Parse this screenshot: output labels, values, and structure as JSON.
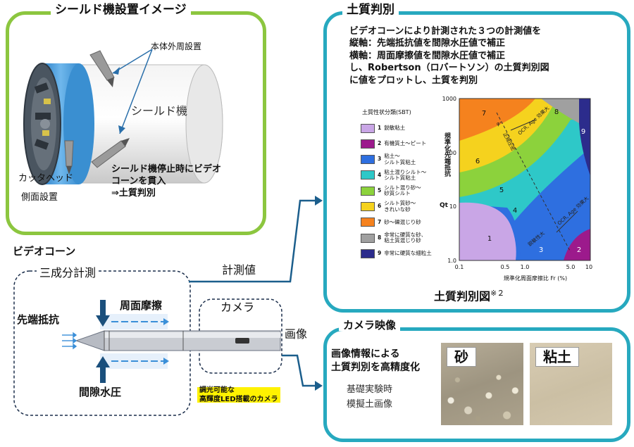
{
  "shield": {
    "title": "シールド機設置イメージ",
    "label_body": "本体外周設置",
    "label_machine": "シールド機",
    "label_cutter_1": "カッタヘッド",
    "label_cutter_2": "側面設置",
    "note_1": "シールド機停止時にビデオ",
    "note_2": "コーンを貫入",
    "note_3": "⇒土質判別"
  },
  "cone": {
    "title": "ビデオコーン",
    "three_comp": "三成分計測",
    "tip_resistance": "先端抵抗",
    "friction": "周面摩擦",
    "pore_pressure": "間隙水圧",
    "camera": "カメラ",
    "measured": "計測値",
    "image": "画像",
    "led_note_1": "調光可能な",
    "led_note_2": "高輝度LED搭載のカメラ"
  },
  "soil": {
    "title": "土質判別",
    "desc": [
      "ビデオコーンにより計測された３つの計測値を",
      "縦軸：先端抵抗値を間隙水圧値で補正",
      "横軸：周面摩擦値を間隙水圧値で補正",
      "し、Robertson（ロバートソン）の土質判別図",
      "に値をプロットし、土質を判別"
    ],
    "caption": "土質判別図",
    "caption_sup": "※２"
  },
  "camera_panel": {
    "title": "カメラ映像",
    "desc_1": "画像情報による",
    "desc_2": "土質判別を高精度化",
    "sub_1": "基礎実験時",
    "sub_2": "模擬土画像",
    "sand_label": "砂",
    "clay_label": "粘土"
  },
  "chart_data": {
    "type": "heatmap",
    "title": "",
    "legend_title": "土質性状分類(SBT)",
    "ylabel": "規準化先端抵抗",
    "ylabel_symbol": "Qt",
    "xlabel": "規準化周面摩擦比 Fr (%)",
    "xscale": "log",
    "yscale": "log",
    "xlim": [
      0.1,
      10
    ],
    "ylim": [
      1,
      1000
    ],
    "x_ticks": [
      "0.1",
      "0.5",
      "1.0",
      "5.0",
      "10"
    ],
    "y_ticks": [
      "1000",
      "100",
      "10",
      "1.0"
    ],
    "zone_labels": [
      "1",
      "2",
      "3",
      "4",
      "5",
      "6",
      "7",
      "8",
      "9"
    ],
    "annotations": [
      "正規圧密",
      "OCR, Age 効果大",
      "OCR, Age 効果大",
      "鋭敏性大",
      "φ'"
    ],
    "legend": [
      {
        "num": "1",
        "label": "鋭敏粘土",
        "color": "#c9a6e6"
      },
      {
        "num": "2",
        "label": "有機質土〜ピート",
        "color": "#9c1a8c"
      },
      {
        "num": "3",
        "label": "粘土〜\nシルト質粘土",
        "color": "#2e6fe0"
      },
      {
        "num": "4",
        "label": "粘土混りシルト〜\nシルト質粘土",
        "color": "#2ec8c8"
      },
      {
        "num": "5",
        "label": "シルト混り砂〜\n砂質シルト",
        "color": "#8cd23c"
      },
      {
        "num": "6",
        "label": "シルト質砂〜\nきれいな砂",
        "color": "#f5d21e"
      },
      {
        "num": "7",
        "label": "砂〜礫混じり砂",
        "color": "#f5821e"
      },
      {
        "num": "8",
        "label": "非常に硬質な砂、\n粘土質混じり砂",
        "color": "#a0a0a0"
      },
      {
        "num": "9",
        "label": "非常に硬質な細粒土",
        "color": "#2c2c8c"
      }
    ]
  },
  "colors": {
    "green_frame": "#8cc63f",
    "teal_frame": "#27a9bf",
    "arrow": "#1b5e8c",
    "friction_arrow": "#3a8fd8",
    "highlight": "#fff200"
  }
}
